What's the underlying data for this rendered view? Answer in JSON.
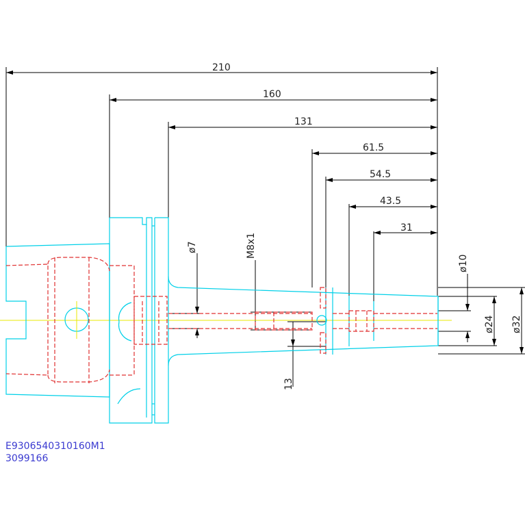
{
  "dimensions": {
    "d210": "210",
    "d160": "160",
    "d131": "131",
    "d61_5": "61.5",
    "d54_5": "54.5",
    "d43_5": "43.5",
    "d31": "31",
    "d13": "13",
    "dia7": "ø7",
    "m8x1": "M8x1",
    "dia10": "ø10",
    "dia24": "ø24",
    "dia32": "ø32"
  },
  "part": {
    "code": "E9306540310160M1",
    "number": "3099166"
  },
  "colors": {
    "outline": "#00d0e8",
    "hidden": "#e03030",
    "centerline": "#e8e800",
    "dimension": "#000000",
    "text": "#3a3ad0"
  }
}
